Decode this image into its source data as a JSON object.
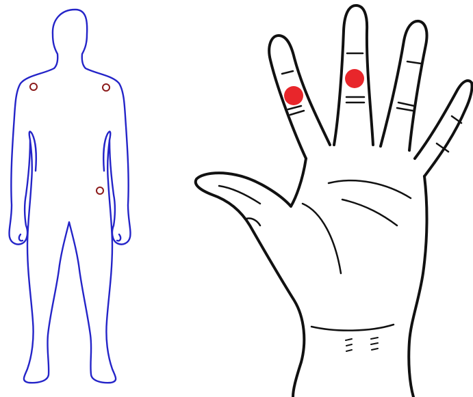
{
  "figure": {
    "body_outline_color": "#2424c8",
    "hand_outline_color": "#111111",
    "joint_marker_color": "#8b1a1a",
    "finger_marker_color": "#e8262b",
    "body_markers": [
      {
        "name": "right-shoulder-marker"
      },
      {
        "name": "left-shoulder-marker"
      },
      {
        "name": "left-hip-marker"
      }
    ],
    "hand_markers": [
      {
        "name": "index-finger-marker"
      },
      {
        "name": "middle-finger-marker"
      }
    ]
  }
}
